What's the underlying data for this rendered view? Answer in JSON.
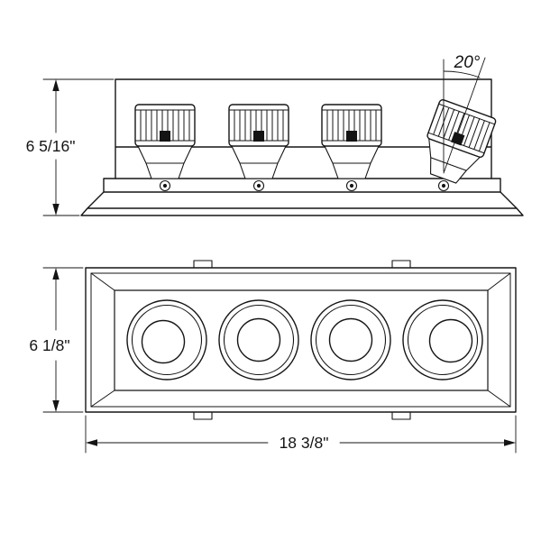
{
  "diagram": {
    "background": "#ffffff",
    "line_color": "#151515",
    "lights_count": 4,
    "dimensions": {
      "side_height": "6 5/16\"",
      "tilt_angle": "20°",
      "plan_height": "6 1/8\"",
      "plan_width": "18 3/8\""
    }
  }
}
